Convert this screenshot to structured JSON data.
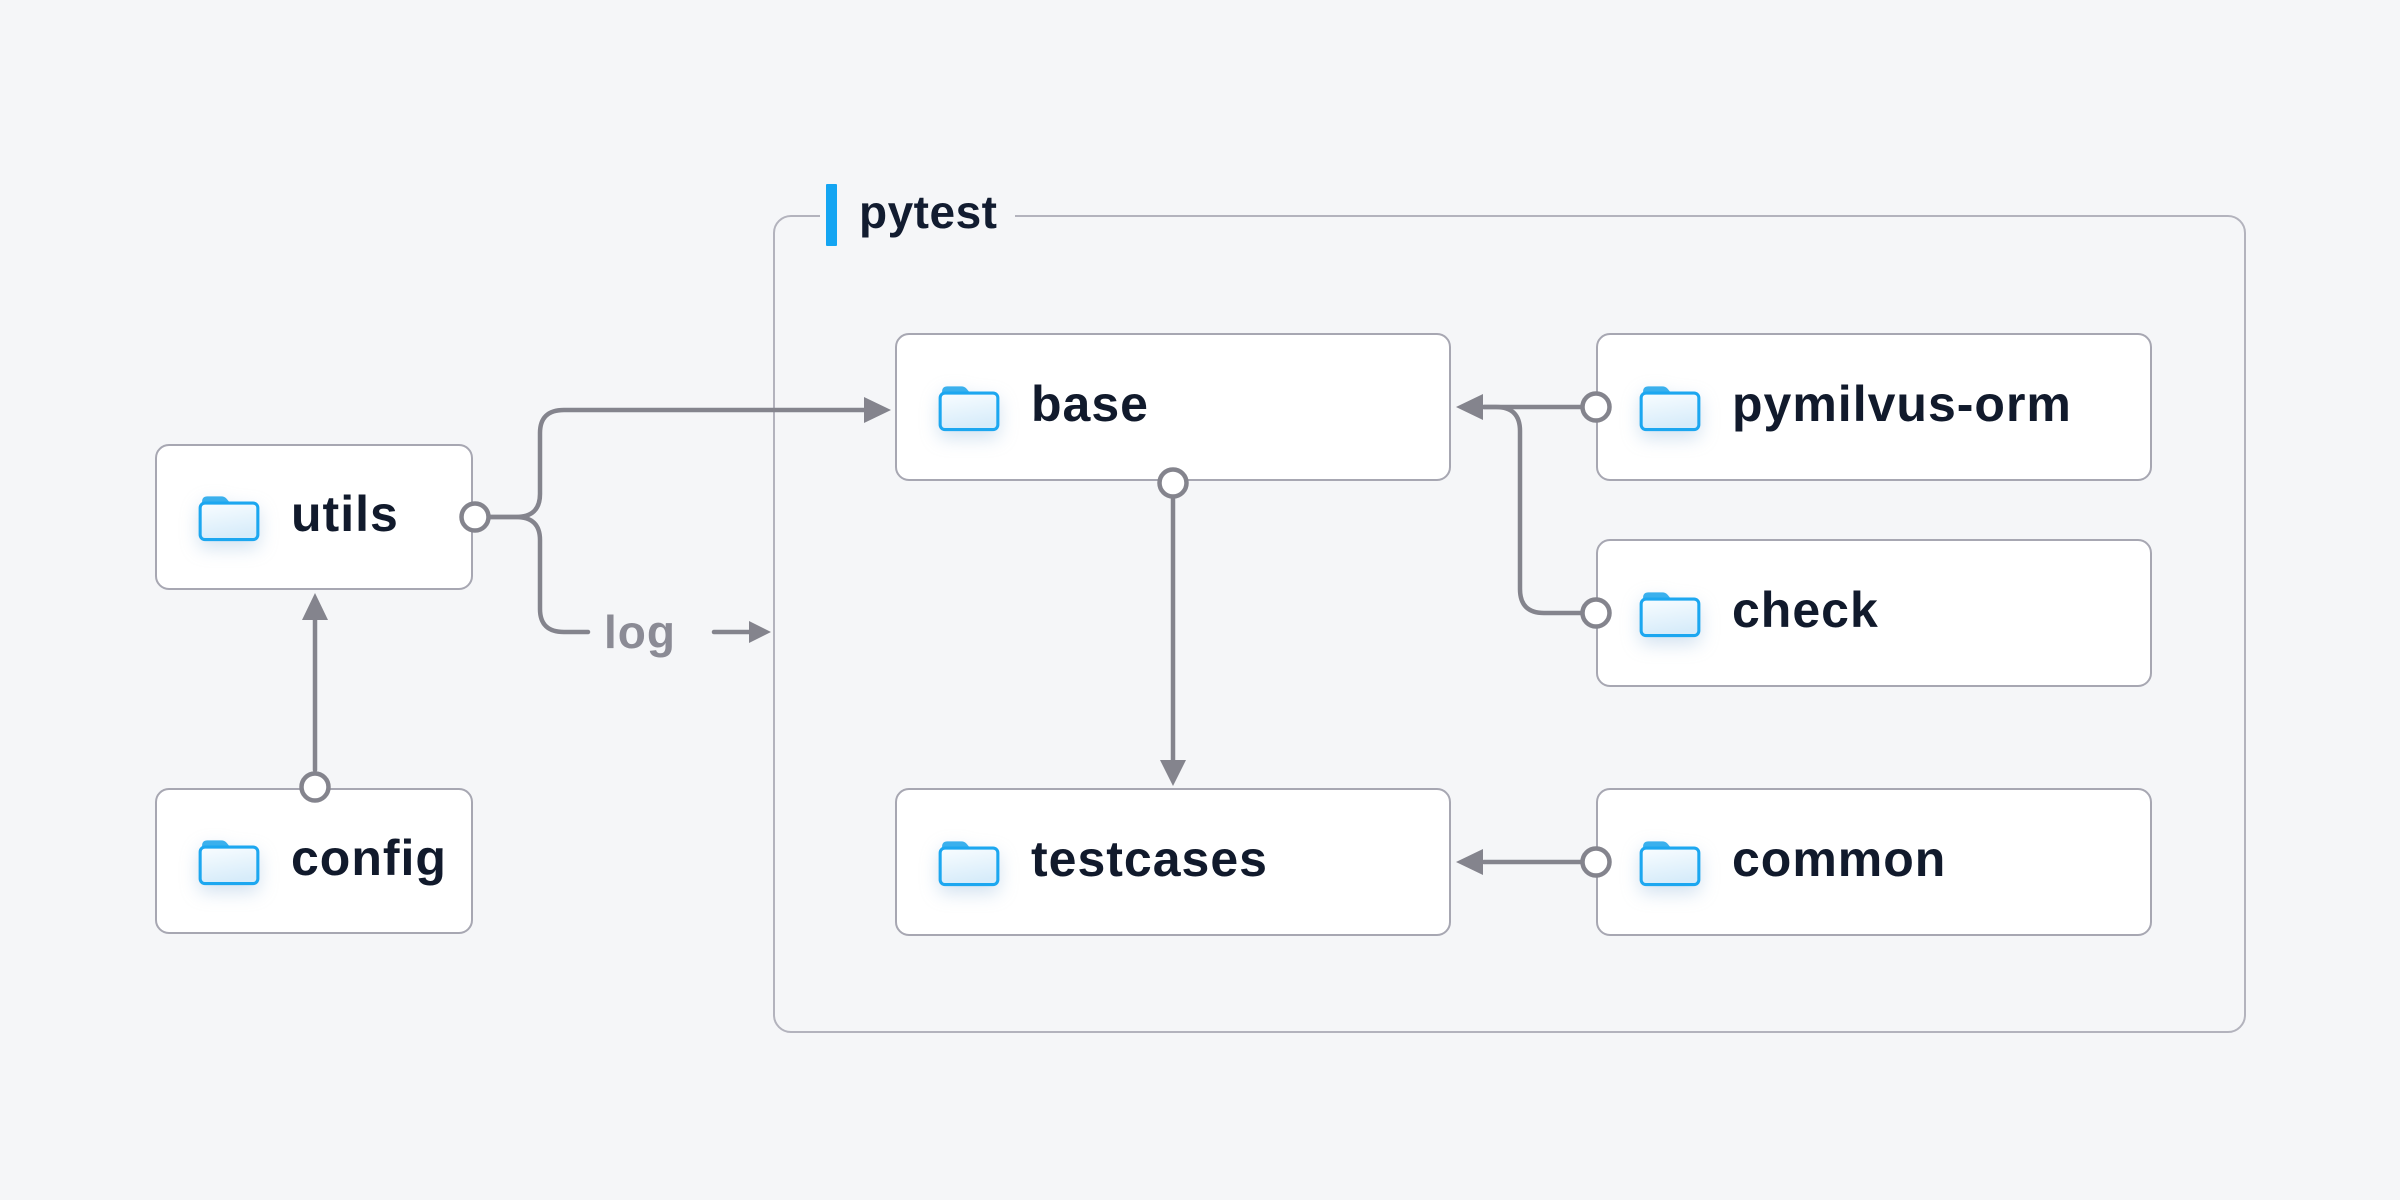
{
  "group": {
    "label": "pytest"
  },
  "nodes": [
    {
      "id": "utils",
      "label": "utils",
      "icon": "folder-icon"
    },
    {
      "id": "config",
      "label": "config",
      "icon": "folder-icon"
    },
    {
      "id": "base",
      "label": "base",
      "icon": "folder-icon"
    },
    {
      "id": "pymilvus-orm",
      "label": "pymilvus-orm",
      "icon": "folder-icon"
    },
    {
      "id": "check",
      "label": "check",
      "icon": "folder-icon"
    },
    {
      "id": "testcases",
      "label": "testcases",
      "icon": "folder-icon"
    },
    {
      "id": "common",
      "label": "common",
      "icon": "folder-icon"
    }
  ],
  "edges": [
    {
      "from": "utils",
      "to": "base",
      "label": ""
    },
    {
      "from": "utils",
      "to": "log",
      "label": "log"
    },
    {
      "from": "config",
      "to": "utils",
      "label": ""
    },
    {
      "from": "base",
      "to": "testcases",
      "label": ""
    },
    {
      "from": "pymilvus-orm",
      "to": "base",
      "label": ""
    },
    {
      "from": "check",
      "to": "base",
      "label": ""
    },
    {
      "from": "common",
      "to": "testcases",
      "label": ""
    }
  ],
  "colors": {
    "background": "#f5f6f8",
    "accent": "#14a5f2",
    "line": "#84848d",
    "text": "#121c30",
    "muted_text": "#8b8b95",
    "node_border": "#a7a7b2",
    "folder_blue": "#1ca7f0"
  }
}
